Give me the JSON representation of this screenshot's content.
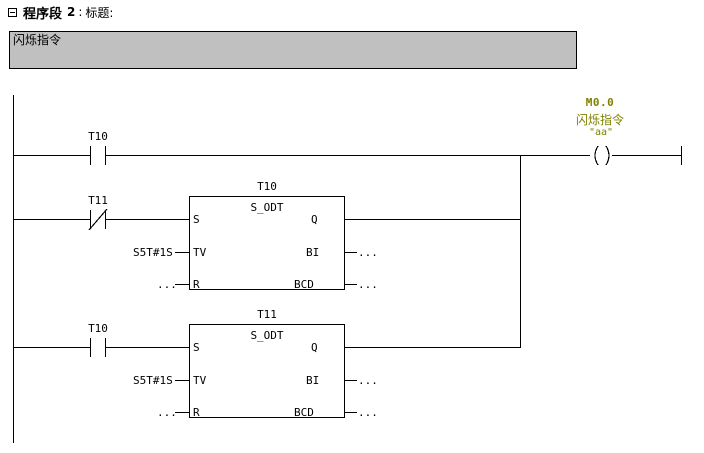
{
  "network": {
    "collapse_icon": "collapse-minus-icon",
    "title": "程序段",
    "number": "2",
    "colon1": ":",
    "subtitle": "标题:",
    "comment": "闪烁指令"
  },
  "ladder": {
    "rungs": [
      {
        "id": "rung-1",
        "contact": {
          "label": "T10",
          "type": "normally-open"
        },
        "output": {
          "type": "coil",
          "address": "M0.0",
          "symbol": "闪烁指令",
          "symbol_quoted": "\"aa\""
        }
      },
      {
        "id": "rung-2",
        "contact": {
          "label": "T11",
          "type": "normally-closed"
        },
        "block": {
          "instance": "T10",
          "type": "S_ODT",
          "inputs": [
            {
              "pin": "S",
              "value": ""
            },
            {
              "pin": "TV",
              "value": "S5T#1S"
            },
            {
              "pin": "R",
              "value": "..."
            }
          ],
          "outputs": [
            {
              "pin": "Q",
              "value": ""
            },
            {
              "pin": "BI",
              "value": "..."
            },
            {
              "pin": "BCD",
              "value": "..."
            }
          ]
        }
      },
      {
        "id": "rung-3",
        "contact": {
          "label": "T10",
          "type": "normally-open"
        },
        "block": {
          "instance": "T11",
          "type": "S_ODT",
          "inputs": [
            {
              "pin": "S",
              "value": ""
            },
            {
              "pin": "TV",
              "value": "S5T#1S"
            },
            {
              "pin": "R",
              "value": "..."
            }
          ],
          "outputs": [
            {
              "pin": "Q",
              "value": ""
            },
            {
              "pin": "BI",
              "value": "..."
            },
            {
              "pin": "BCD",
              "value": "..."
            }
          ]
        }
      }
    ],
    "colors": {
      "wire": "#000000",
      "symbol_text": "#808000",
      "comment_background": "#c0c0c0"
    }
  }
}
